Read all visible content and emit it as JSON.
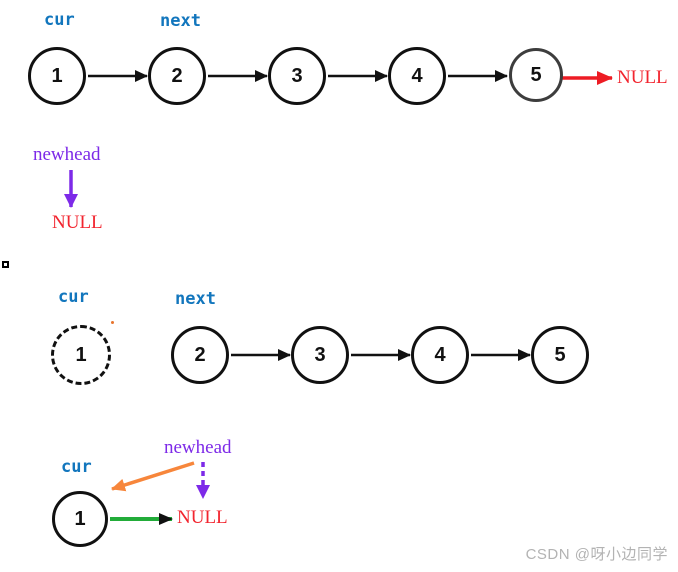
{
  "diagram_title": "linked-list-reversal-steps",
  "colors": {
    "pointer_blue": "#1276bd",
    "newhead_purple": "#7d2ae8",
    "null_red": "#f2252f",
    "red_arrow": "#ed1c24",
    "orange_arrow": "#f7863b",
    "green_arrow": "#22ac39",
    "node_border_black": "#111111",
    "watermark_gray": "#b3b3b3"
  },
  "step1": {
    "cur_label": "cur",
    "next_label": "next",
    "nodes": [
      "1",
      "2",
      "3",
      "4",
      "5"
    ],
    "null_label": "NULL",
    "newhead_label": "newhead",
    "newhead_null_label": "NULL"
  },
  "step2": {
    "cur_label": "cur",
    "next_label": "next",
    "detached_node": "1",
    "nodes": [
      "2",
      "3",
      "4",
      "5"
    ]
  },
  "step3": {
    "cur_label": "cur",
    "newhead_label": "newhead",
    "node": "1",
    "null_label": "NULL"
  },
  "watermark": "CSDN @呀小边同学"
}
